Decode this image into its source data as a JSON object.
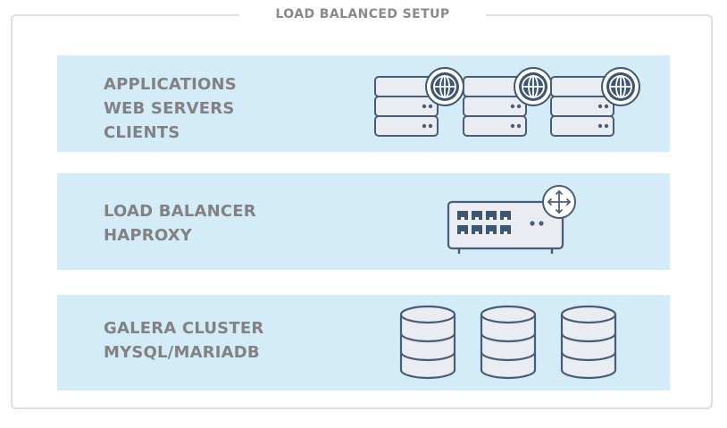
{
  "title": "LOAD BALANCED SETUP",
  "layers": [
    {
      "lines": [
        "APPLICATIONS",
        "WEB SERVERS",
        "CLIENTS"
      ]
    },
    {
      "lines": [
        "LOAD BALANCER",
        "HAPROXY"
      ]
    },
    {
      "lines": [
        "GALERA CLUSTER",
        "MYSQL/MARIADB"
      ]
    }
  ],
  "icons": {
    "app_servers": "web-server-globe-icon",
    "load_balancer": "network-switch-router-icon",
    "databases": "database-icon"
  },
  "colors": {
    "band": "#d4ebf8",
    "icon_stroke": "#4a5d78",
    "icon_fill": "#e9edf2",
    "globe_fill": "#3f5574",
    "text": "#828282",
    "border": "#dedede"
  }
}
